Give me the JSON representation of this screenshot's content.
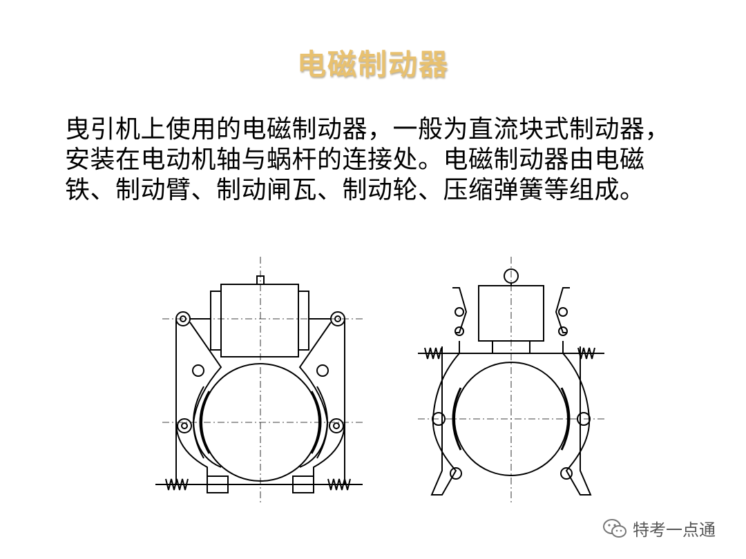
{
  "slide": {
    "title": "电磁制动器",
    "body": "曳引机上使用的电磁制动器，一般为直流块式制动器，安装在电动机轴与蜗杆的连接处。电磁制动器由电磁铁、制动臂、制动闸瓦、制动轮、压缩弹簧等组成。"
  },
  "figure": {
    "left_label": "",
    "right_label": ""
  },
  "watermark": {
    "text": "特考一点通",
    "icon": "wechat-icon"
  },
  "colors": {
    "title": "#e8c170",
    "text": "#000000",
    "watermark": "#555555"
  }
}
